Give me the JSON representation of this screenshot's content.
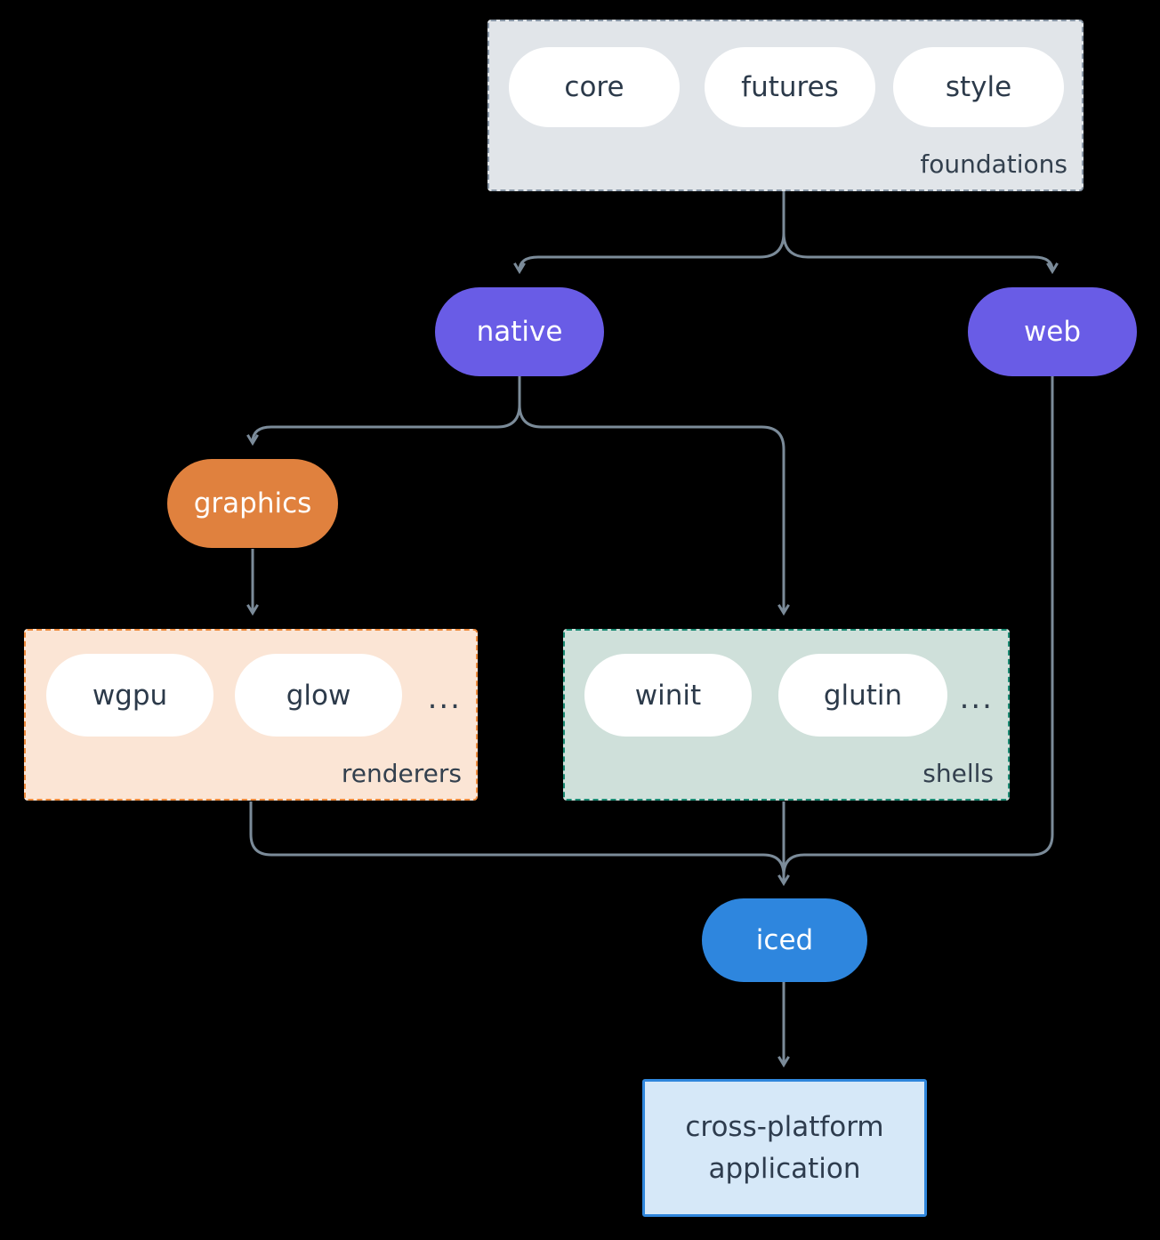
{
  "diagram": {
    "groups": {
      "foundations": {
        "label": "foundations",
        "items": [
          "core",
          "futures",
          "style"
        ],
        "fill": "#e1e5e9",
        "border_color": "#8896a6"
      },
      "renderers": {
        "label": "renderers",
        "items": [
          "wgpu",
          "glow"
        ],
        "ellipsis": "...",
        "fill": "#fbe5d5",
        "border_color": "#ee8b3d"
      },
      "shells": {
        "label": "shells",
        "items": [
          "winit",
          "glutin"
        ],
        "ellipsis": "...",
        "fill": "#cfe0da",
        "border_color": "#1b8a73"
      }
    },
    "nodes": {
      "native": {
        "label": "native",
        "fill": "#695ce6"
      },
      "web": {
        "label": "web",
        "fill": "#695ce6"
      },
      "graphics": {
        "label": "graphics",
        "fill": "#e0813e"
      },
      "iced": {
        "label": "iced",
        "fill": "#2e86de"
      },
      "application": {
        "line1": "cross-platform",
        "line2": "application",
        "fill": "#d6e8f8",
        "border_color": "#2f86dc"
      }
    },
    "colors": {
      "background": "#000000",
      "connector": "#7b8b99",
      "pill_background": "#ffffff",
      "text_dark": "#2c3a4a",
      "text_light": "#ffffff"
    }
  }
}
